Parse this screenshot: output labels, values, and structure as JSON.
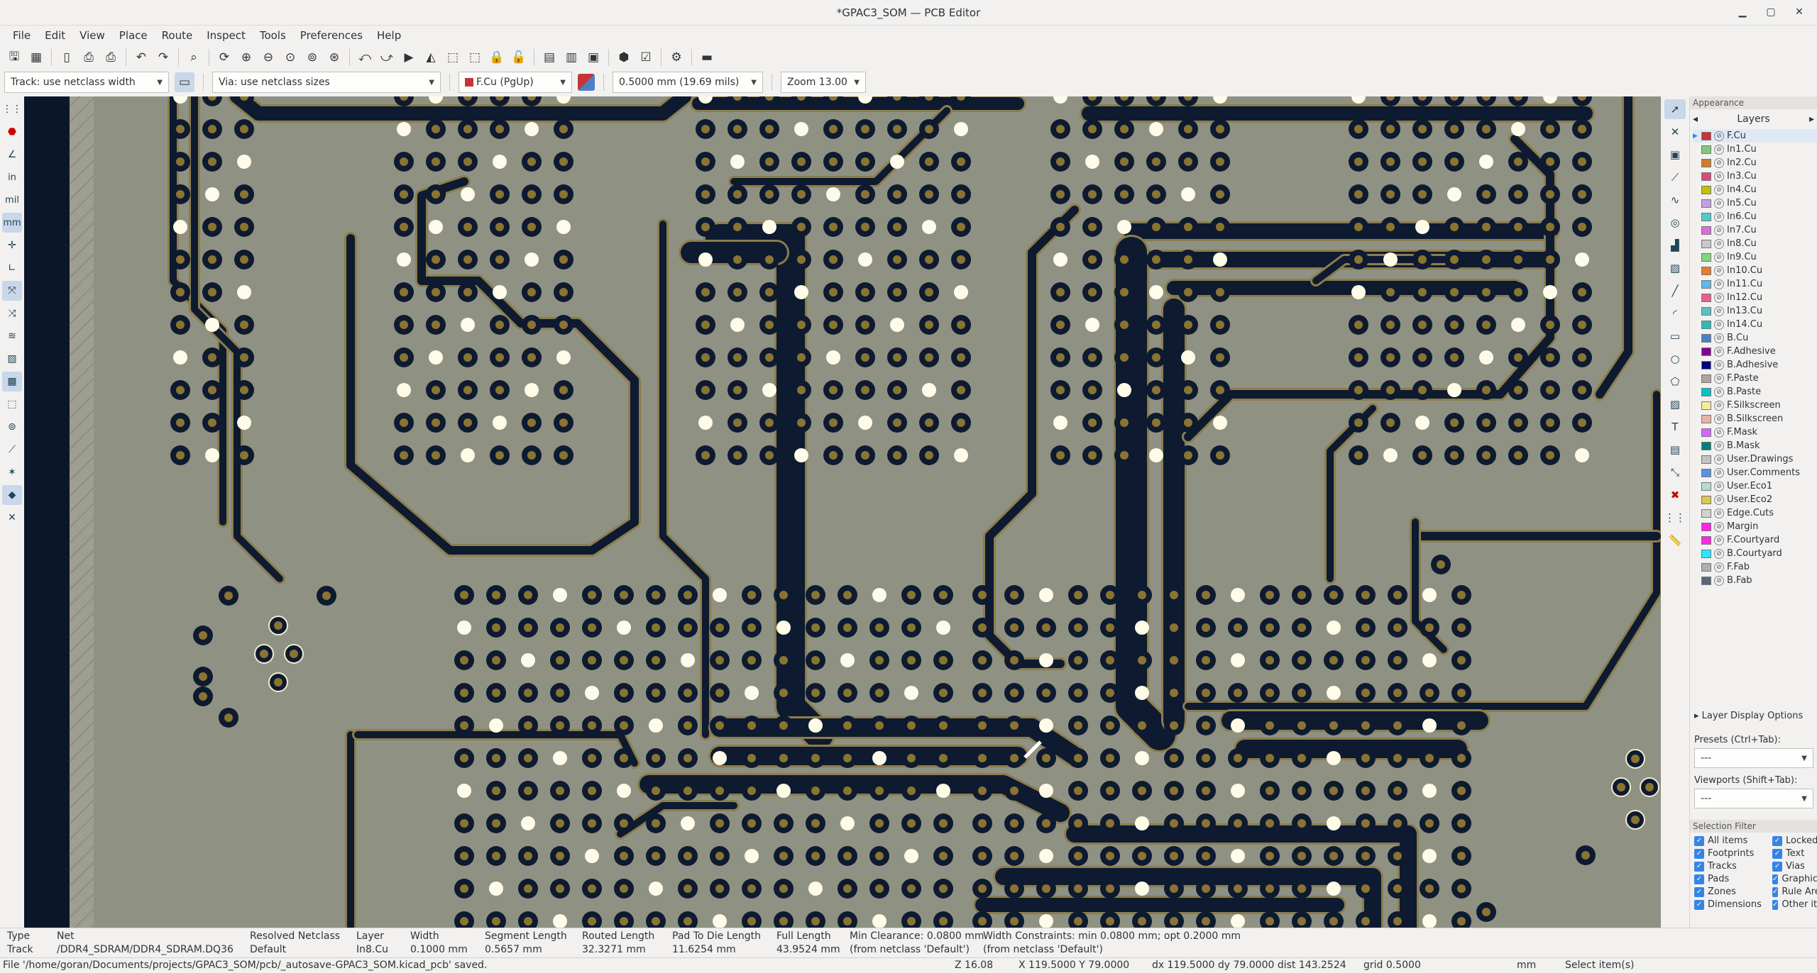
{
  "window": {
    "title": "*GPAC3_SOM — PCB Editor"
  },
  "menu": [
    "File",
    "Edit",
    "View",
    "Place",
    "Route",
    "Inspect",
    "Tools",
    "Preferences",
    "Help"
  ],
  "toolbar_icons": [
    "save-icon",
    "board-setup-icon",
    "page-settings-icon",
    "print-icon",
    "plot-icon",
    "undo-icon",
    "redo-icon",
    "find-icon",
    "refresh-icon",
    "zoom-in-icon",
    "zoom-out-icon",
    "zoom-fit-icon",
    "zoom-objects-icon",
    "zoom-selection-icon",
    "rotate-ccw-icon",
    "rotate-cw-icon",
    "flip-icon",
    "mirror-icon",
    "group-icon",
    "ungroup-icon",
    "lock-icon",
    "unlock-icon",
    "netlist-icon",
    "footprint-editor-icon",
    "footprint-browser-icon",
    "update-pcb-icon",
    "drc-icon",
    "python-icon",
    "scripting-console-icon"
  ],
  "options": {
    "track": "Track: use netclass width",
    "via": "Via: use netclass sizes",
    "layer": "F.Cu (PgUp)",
    "grid": "0.5000 mm (19.69 mils)",
    "zoom": "Zoom 13.00"
  },
  "left_units": {
    "in": "in",
    "mil": "mil",
    "mm": "mm"
  },
  "appearance": {
    "header": "Appearance",
    "tab": "Layers",
    "layers": [
      {
        "name": "F.Cu",
        "color": "#c83434"
      },
      {
        "name": "In1.Cu",
        "color": "#7fc87f"
      },
      {
        "name": "In2.Cu",
        "color": "#ce7d2c"
      },
      {
        "name": "In3.Cu",
        "color": "#d84a7a"
      },
      {
        "name": "In4.Cu",
        "color": "#c2c200"
      },
      {
        "name": "In5.Cu",
        "color": "#c2a0e0"
      },
      {
        "name": "In6.Cu",
        "color": "#4fcbcb"
      },
      {
        "name": "In7.Cu",
        "color": "#d96dd9"
      },
      {
        "name": "In8.Cu",
        "color": "#c8c8c8"
      },
      {
        "name": "In9.Cu",
        "color": "#7ed87e"
      },
      {
        "name": "In10.Cu",
        "color": "#e67c2e"
      },
      {
        "name": "In11.Cu",
        "color": "#5eb8e8"
      },
      {
        "name": "In12.Cu",
        "color": "#e85e8a"
      },
      {
        "name": "In13.Cu",
        "color": "#5ec0c0"
      },
      {
        "name": "In14.Cu",
        "color": "#2eb8b8"
      },
      {
        "name": "B.Cu",
        "color": "#4d7fc4"
      },
      {
        "name": "F.Adhesive",
        "color": "#84008e"
      },
      {
        "name": "B.Adhesive",
        "color": "#00007e"
      },
      {
        "name": "F.Paste",
        "color": "#b4a0a0"
      },
      {
        "name": "B.Paste",
        "color": "#00c2c2"
      },
      {
        "name": "F.Silkscreen",
        "color": "#f2eda1"
      },
      {
        "name": "B.Silkscreen",
        "color": "#e8b2a7"
      },
      {
        "name": "F.Mask",
        "color": "#d864ff"
      },
      {
        "name": "B.Mask",
        "color": "#027f7f"
      },
      {
        "name": "User.Drawings",
        "color": "#c2c2c2"
      },
      {
        "name": "User.Comments",
        "color": "#5994dc"
      },
      {
        "name": "User.Eco1",
        "color": "#b4dbd2"
      },
      {
        "name": "User.Eco2",
        "color": "#d8c852"
      },
      {
        "name": "Edge.Cuts",
        "color": "#d0d2cd"
      },
      {
        "name": "Margin",
        "color": "#ff26e2"
      },
      {
        "name": "F.Courtyard",
        "color": "#ff26e2"
      },
      {
        "name": "B.Courtyard",
        "color": "#26e9ff"
      },
      {
        "name": "F.Fab",
        "color": "#afafaf"
      },
      {
        "name": "B.Fab",
        "color": "#58657d"
      }
    ],
    "layer_display_options": "Layer Display Options",
    "presets_label": "Presets (Ctrl+Tab):",
    "presets_value": "---",
    "viewports_label": "Viewports (Shift+Tab):",
    "viewports_value": "---"
  },
  "selection_filter": {
    "header": "Selection Filter",
    "items": [
      "All items",
      "Locked",
      "Footprints",
      "Text",
      "Tracks",
      "Vias",
      "Pads",
      "Graphics",
      "Zones",
      "Rule Areas",
      "Dimensions",
      "Other items"
    ]
  },
  "message_panel": {
    "cols": [
      {
        "h": "Type",
        "v": "Track"
      },
      {
        "h": "Net",
        "v": "/DDR4_SDRAM/DDR4_SDRAM.DQ36"
      },
      {
        "h": "Resolved Netclass",
        "v": "Default"
      },
      {
        "h": "Layer",
        "v": "In8.Cu"
      },
      {
        "h": "Width",
        "v": "0.1000 mm"
      },
      {
        "h": "Segment Length",
        "v": "0.5657 mm"
      },
      {
        "h": "Routed Length",
        "v": "32.3271 mm"
      },
      {
        "h": "Pad To Die Length",
        "v": "11.6254 mm"
      },
      {
        "h": "Full Length",
        "v": "43.9524 mm"
      },
      {
        "h": "Min Clearance: 0.0800 mm",
        "v": "(from netclass 'Default')"
      },
      {
        "h": "Width Constraints: min 0.0800 mm; opt 0.2000 mm",
        "v": "(from netclass 'Default')"
      }
    ]
  },
  "status": {
    "message": "File '/home/goran/Documents/projects/GPAC3_SOM/pcb/_autosave-GPAC3_SOM.kicad_pcb' saved.",
    "z": "Z 16.08",
    "xy": "X 119.5000  Y 79.0000",
    "delta": "dx 119.5000  dy 79.0000  dist 143.2524",
    "grid": "grid 0.5000",
    "units": "mm",
    "mode": "Select item(s)"
  },
  "colors": {
    "board_bg": "#8f9182",
    "copper": "#0d1a30",
    "trace_edge": "#8b7d4d",
    "pad_ring": "#8a7432",
    "via_white": "#fffbe9",
    "edge_left": "#0b162b"
  }
}
